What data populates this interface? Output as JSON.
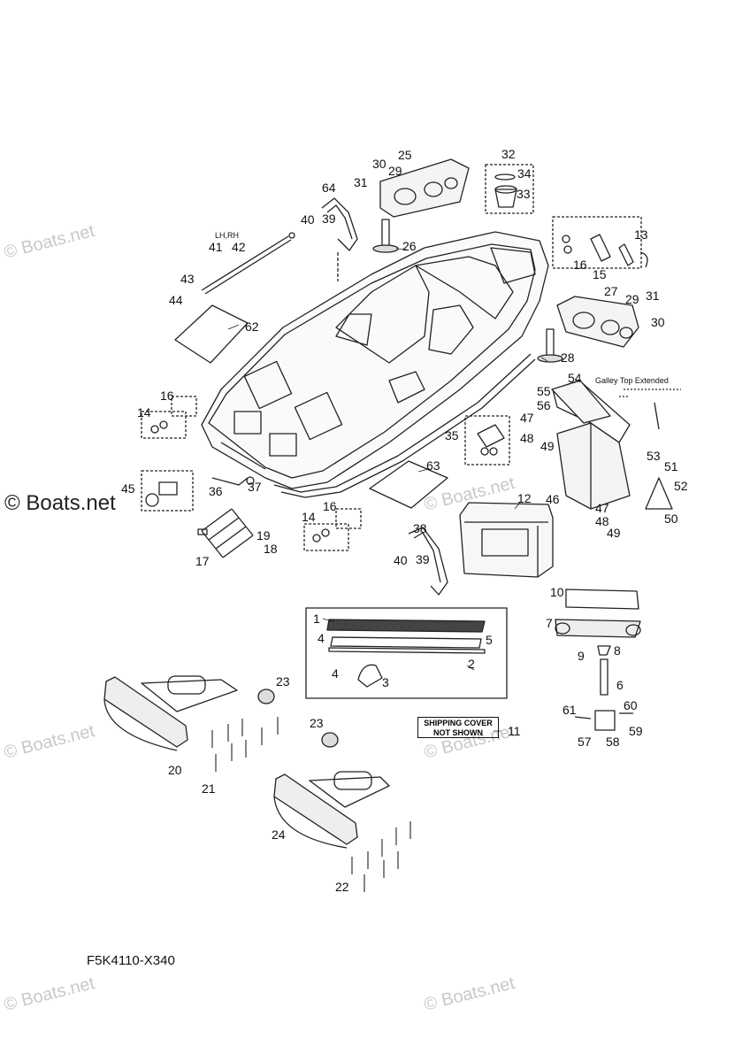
{
  "watermark_text": "© Boats.net",
  "diagram_code": "F5K4110-X340",
  "shipping_note": {
    "line1": "SHIPPING COVER",
    "line2": "NOT SHOWN",
    "ref": "11"
  },
  "notes": {
    "lh_rh": "LH,RH",
    "galley_top": "Galley Top Extended"
  },
  "callouts": {
    "c1": "1",
    "c2": "2",
    "c3": "3",
    "c4a": "4",
    "c4b": "4",
    "c5": "5",
    "c6": "6",
    "c7": "7",
    "c8": "8",
    "c9": "9",
    "c10": "10",
    "c12": "12",
    "c13": "13",
    "c14a": "14",
    "c14b": "14",
    "c15": "15",
    "c16a": "16",
    "c16b": "16",
    "c16c": "16",
    "c17": "17",
    "c18": "18",
    "c19": "19",
    "c20": "20",
    "c21": "21",
    "c22": "22",
    "c23a": "23",
    "c23b": "23",
    "c24": "24",
    "c25": "25",
    "c26": "26",
    "c27": "27",
    "c28": "28",
    "c29a": "29",
    "c29b": "29",
    "c30a": "30",
    "c30b": "30",
    "c31a": "31",
    "c31b": "31",
    "c32": "32",
    "c33": "33",
    "c34": "34",
    "c35": "35",
    "c36": "36",
    "c37": "37",
    "c38": "38",
    "c39a": "39",
    "c39b": "39",
    "c40a": "40",
    "c40b": "40",
    "c41": "41",
    "c42": "42",
    "c43": "43",
    "c44": "44",
    "c45": "45",
    "c46": "46",
    "c47a": "47",
    "c47b": "47",
    "c48a": "48",
    "c48b": "48",
    "c49a": "49",
    "c49b": "49",
    "c50": "50",
    "c51": "51",
    "c52": "52",
    "c53": "53",
    "c54": "54",
    "c55": "55",
    "c56": "56",
    "c57": "57",
    "c58": "58",
    "c59": "59",
    "c60": "60",
    "c61": "61",
    "c62": "62",
    "c63": "63",
    "c64": "64"
  }
}
